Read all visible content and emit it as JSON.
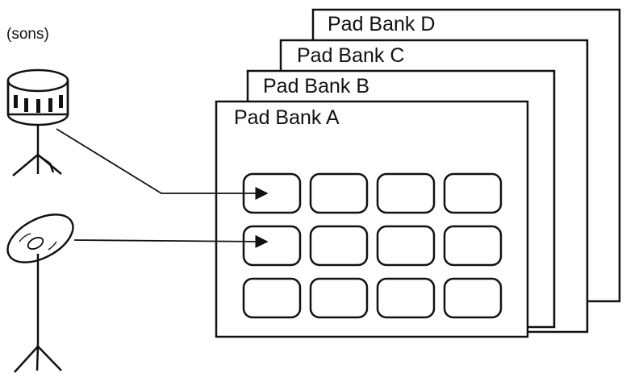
{
  "caption": "(sons)",
  "banks": [
    {
      "label": "Pad Bank D"
    },
    {
      "label": "Pad Bank C"
    },
    {
      "label": "Pad Bank B"
    },
    {
      "label": "Pad Bank A"
    }
  ],
  "pads": {
    "rows": 3,
    "cols": 4
  },
  "instruments": [
    {
      "icon": "snare-drum-icon",
      "target_pad": {
        "row": 1,
        "col": 1
      }
    },
    {
      "icon": "cymbal-icon",
      "target_pad": {
        "row": 2,
        "col": 1
      }
    }
  ],
  "colors": {
    "ink": "#111111",
    "paper": "#ffffff"
  }
}
